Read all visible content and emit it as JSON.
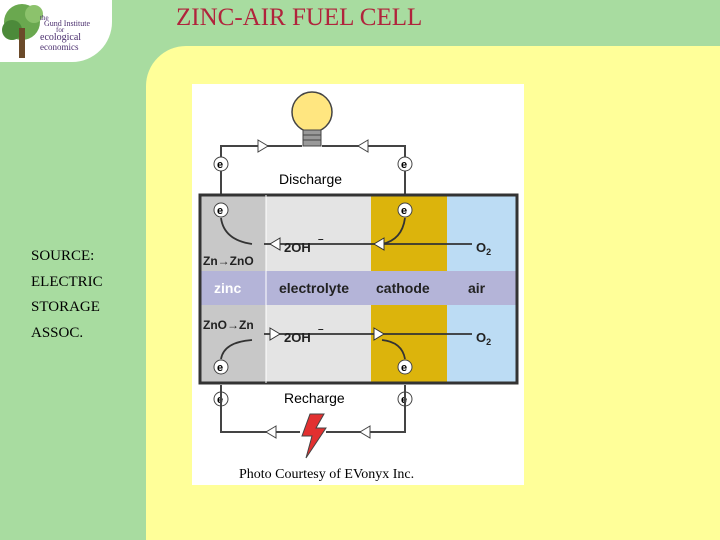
{
  "title": "ZINC-AIR FUEL CELL",
  "logo": {
    "line1": "the",
    "line2": "Gund Institute",
    "line3": "for",
    "line4": "ecological",
    "line5": "economics"
  },
  "source_lines": [
    "SOURCE:",
    "ELECTRIC",
    "STORAGE",
    "ASSOC."
  ],
  "diagram": {
    "discharge": "Discharge",
    "recharge": "Recharge",
    "electron": "e",
    "ion": "2OH",
    "zn_to_zno": "Zn→ZnO",
    "zno_to_zn": "ZnO→Zn",
    "o2": "O",
    "o2_sub": "2",
    "zinc": "zinc",
    "electrolyte": "electrolyte",
    "cathode": "cathode",
    "air": "air",
    "credit": "Photo Courtesy of EVonyx Inc."
  },
  "colors": {
    "background": "#a8dca0",
    "panel": "#ffff99",
    "title": "#b0243c",
    "zinc": "#c8c8c8",
    "electrolyte": "#e4e4e4",
    "cathode": "#dcb40c",
    "air": "#bcdcf4"
  }
}
